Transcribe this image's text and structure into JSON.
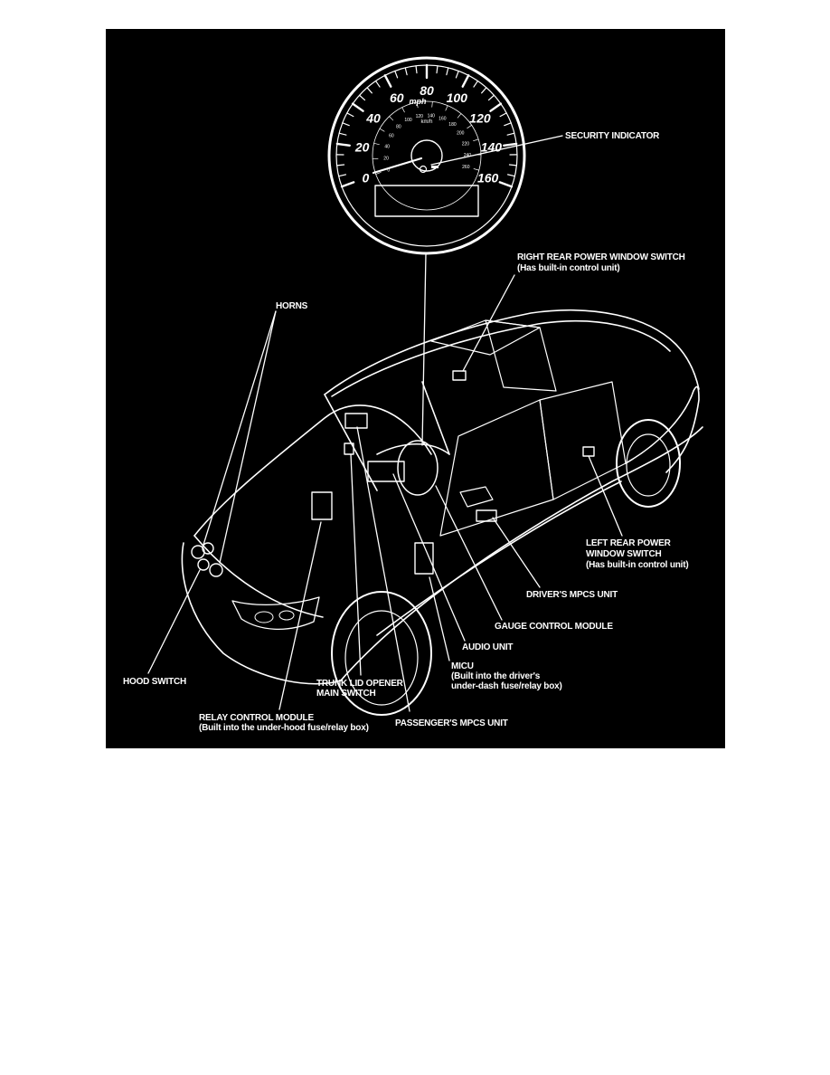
{
  "gauge": {
    "unit": "mph",
    "unit_kmh": "km/h",
    "mph_ticks": [
      "0",
      "20",
      "40",
      "60",
      "80",
      "100",
      "120",
      "140",
      "160"
    ],
    "kmh_ticks": [
      "0",
      "20",
      "40",
      "60",
      "80",
      "100",
      "120",
      "140",
      "160",
      "180",
      "200",
      "220",
      "240",
      "260"
    ]
  },
  "labels": {
    "security_indicator": "SECURITY INDICATOR",
    "right_rear_switch": "RIGHT REAR POWER WINDOW SWITCH",
    "right_rear_switch_note": "(Has built-in control unit)",
    "horns": "HORNS",
    "left_rear_switch_l1": "LEFT REAR POWER",
    "left_rear_switch_l2": "WINDOW SWITCH",
    "left_rear_switch_note": "(Has built-in control unit)",
    "drivers_mpcs": "DRIVER'S MPCS UNIT",
    "gauge_control": "GAUGE CONTROL MODULE",
    "audio_unit": "AUDIO UNIT",
    "micu": "MICU",
    "micu_note_l1": "(Built into the driver's",
    "micu_note_l2": "under-dash fuse/relay box)",
    "hood_switch": "HOOD SWITCH",
    "trunk_opener_l1": "TRUNK LID OPENER",
    "trunk_opener_l2": "MAIN SWITCH",
    "relay_control": "RELAY CONTROL MODULE",
    "relay_control_note": "(Built into the under-hood fuse/relay box)",
    "passengers_mpcs": "PASSENGER'S MPCS UNIT"
  }
}
